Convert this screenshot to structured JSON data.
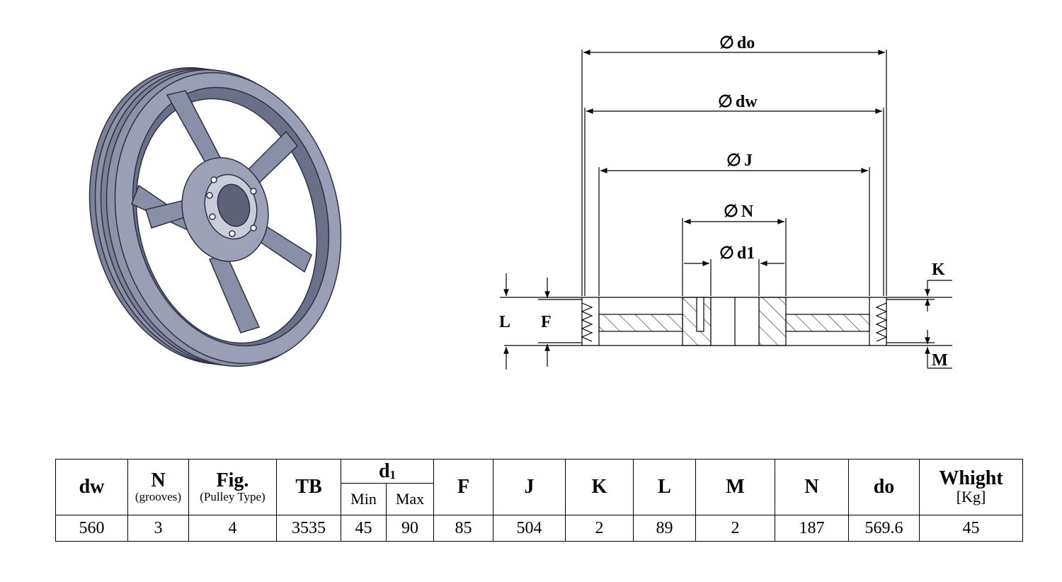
{
  "dimensions": {
    "do": "do",
    "dw": "dw",
    "J": "J",
    "N": "N",
    "d1": "d1",
    "K": "K",
    "L": "L",
    "F": "F",
    "M": "M"
  },
  "diameter_symbol": "∅",
  "table": {
    "headers": {
      "dw": "dw",
      "N": "N",
      "N_sub": "(grooves)",
      "fig": "Fig.",
      "fig_sub": "(Pulley Type)",
      "TB": "TB",
      "d1_main": "d",
      "d1_sub": "1",
      "min": "Min",
      "max": "Max",
      "F": "F",
      "J": "J",
      "K": "K",
      "L": "L",
      "M": "M",
      "N2": "N",
      "do": "do",
      "weight": "Whight",
      "weight_sub": "[Kg]"
    },
    "row": {
      "dw": "560",
      "N": "3",
      "fig": "4",
      "TB": "3535",
      "min": "45",
      "max": "90",
      "F": "85",
      "J": "504",
      "K": "2",
      "L": "89",
      "M": "2",
      "N2": "187",
      "do": "569.6",
      "weight": "45"
    }
  },
  "colors": {
    "pulley_body": "#8a8fa8",
    "pulley_light": "#a9adc2",
    "pulley_dark": "#5c6078",
    "line": "#000000"
  }
}
